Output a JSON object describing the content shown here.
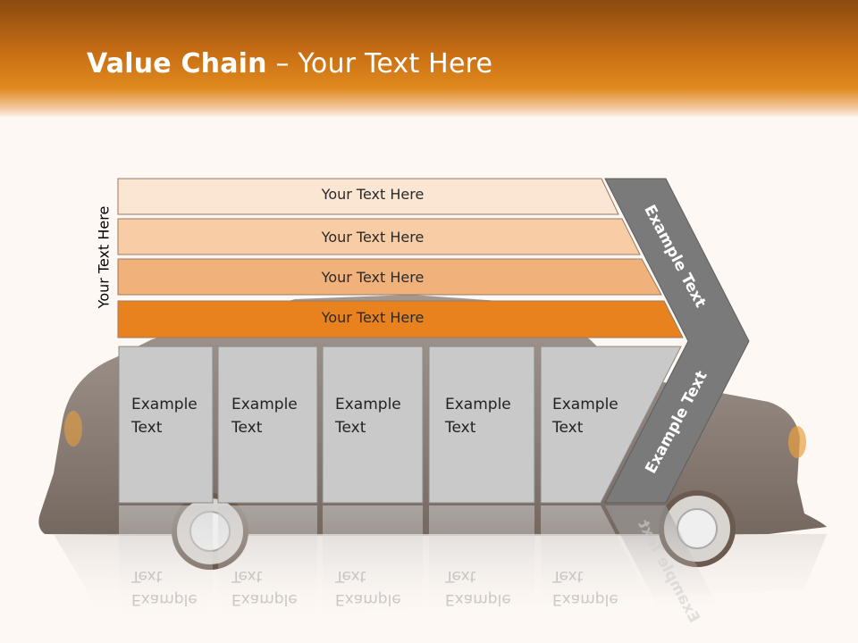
{
  "title": {
    "bold": "Value Chain",
    "rest": " – Your Text Here"
  },
  "side_label": "Your Text Here",
  "bands": [
    {
      "text": "Your Text Here",
      "color": "#fbe5d3"
    },
    {
      "text": "Your Text Here",
      "color": "#f8cda5"
    },
    {
      "text": "Your Text Here",
      "color": "#f0b27a"
    },
    {
      "text": "Your Text Here",
      "color": "#e8821e"
    }
  ],
  "boxes": [
    {
      "line1": "Example",
      "line2": "Text"
    },
    {
      "line1": "Example",
      "line2": "Text"
    },
    {
      "line1": "Example",
      "line2": "Text"
    },
    {
      "line1": "Example",
      "line2": "Text"
    },
    {
      "line1": "Example",
      "line2": "Text"
    }
  ],
  "chevron": {
    "upper": "Example Text",
    "lower": "Example Text",
    "color": "#7a7a7a"
  },
  "colors": {
    "header": "#d07816",
    "box_fill": "#c9c9c9",
    "background": "#fdf8f4"
  }
}
